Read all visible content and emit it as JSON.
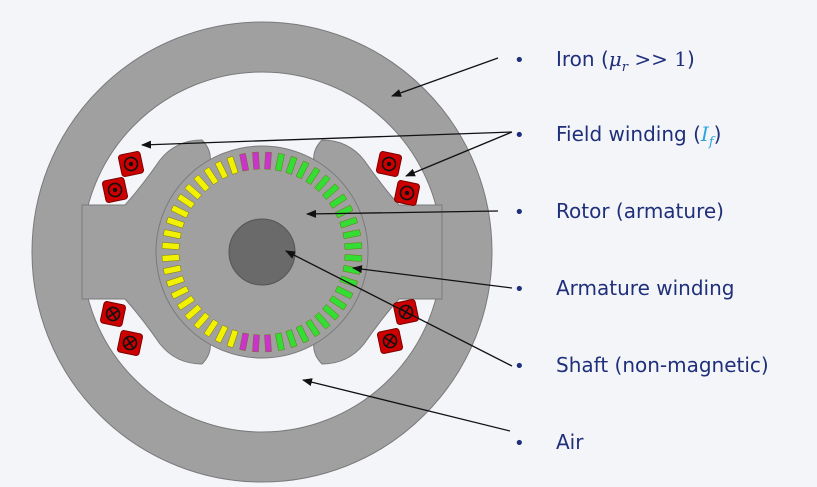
{
  "legend": {
    "bullet": "•",
    "iron": {
      "prefix": "Iron (",
      "mu": "μ",
      "mu_sub": "r",
      "relation": " >> 1",
      "suffix": ")"
    },
    "field_winding": {
      "prefix": "Field winding (",
      "symbol": "I",
      "symbol_sub": "f",
      "suffix": ")"
    },
    "rotor": "Rotor (armature)",
    "armature_winding": "Armature winding",
    "shaft": "Shaft (non-magnetic)",
    "air": "Air"
  },
  "colors": {
    "iron": "#a0a0a0",
    "shaft": "#6a6a6a",
    "field_coil": "#cc0000",
    "conductor_yellow": "#f2f200",
    "conductor_green": "#33dd33",
    "conductor_magenta": "#cc33cc",
    "text": "#1f2f7a",
    "accent": "#2aa6df"
  },
  "icons": {
    "coil_current_out": "dot-in-circle-icon",
    "coil_current_in": "cross-in-circle-icon"
  }
}
